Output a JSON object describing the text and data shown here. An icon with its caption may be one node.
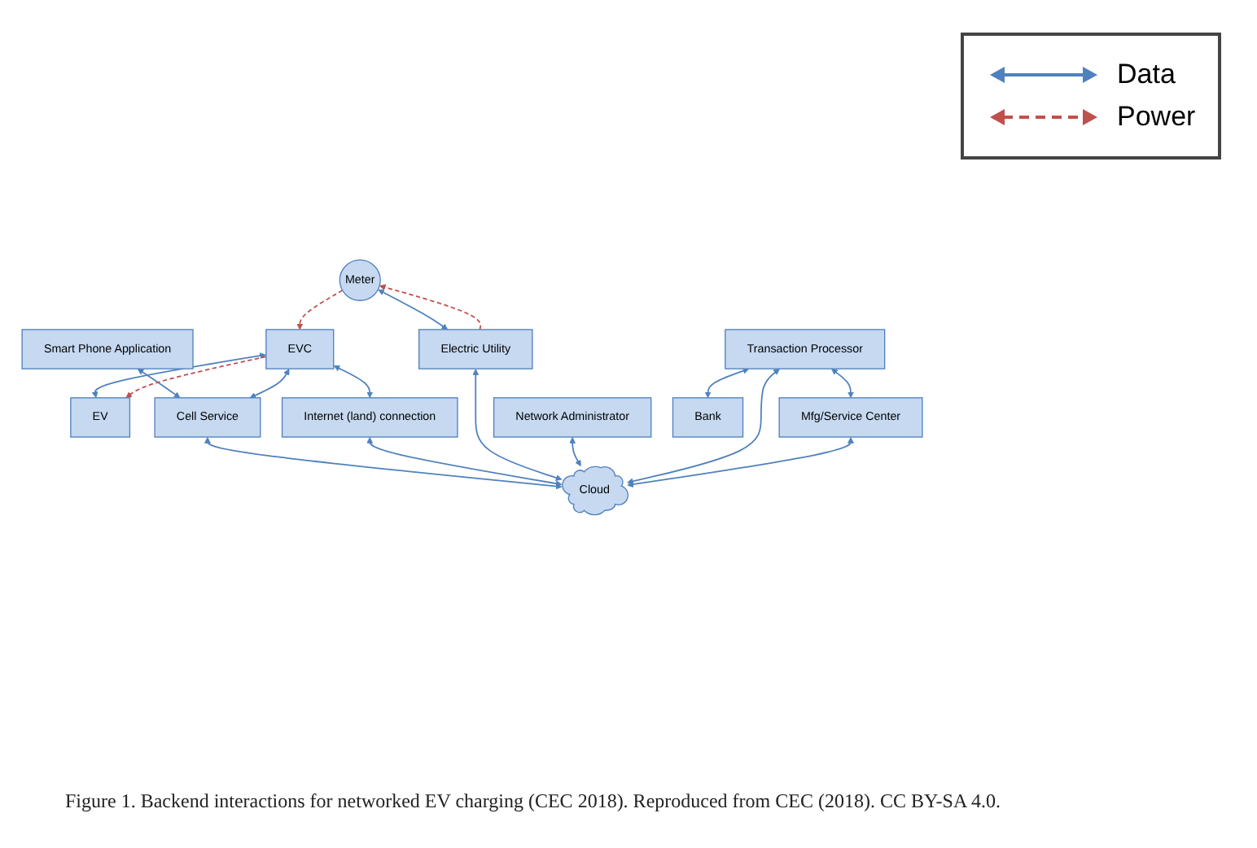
{
  "diagram": {
    "caption": "Figure 1. Backend interactions for networked EV charging (CEC 2018). Reproduced from CEC (2018). CC BY-SA 4.0.",
    "nodes": [
      {
        "text": [
          "Smart Phone Application"
        ]
      },
      {
        "text": [
          "EV"
        ]
      },
      {
        "text": [
          "EVC"
        ]
      },
      {
        "text": [
          "Meter"
        ]
      },
      {
        "text": [
          "Cell Service"
        ]
      },
      {
        "text": [
          "Internet (land) connection"
        ]
      },
      {
        "text": [
          "Electric Utility"
        ]
      },
      {
        "text": [
          "Network Administrator"
        ]
      },
      {
        "text": [
          "Cloud"
        ]
      },
      {
        "text": [
          "Transaction Processor"
        ]
      },
      {
        "text": [
          "Mfg/Service Center"
        ]
      },
      {
        "text": [
          "Bank"
        ]
      }
    ],
    "edges": [
      {
        "from": 0,
        "to": 4,
        "arrow": "both"
      },
      {
        "from": 2,
        "to": 1,
        "arrow": "both"
      },
      {
        "from": 2,
        "to": 1,
        "arrow": "to",
        "style": "dashed",
        "color": "#c0504d"
      },
      {
        "from": 3,
        "to": 2,
        "arrow": "to",
        "style": "dashed",
        "color": "#c0504d"
      },
      {
        "from": 3,
        "to": 6,
        "arrow": "both"
      },
      {
        "from": 6,
        "to": 3,
        "arrow": "to",
        "style": "dashed",
        "color": "#c0504d"
      },
      {
        "from": 2,
        "to": 4,
        "arrow": "both"
      },
      {
        "from": 2,
        "to": 5,
        "arrow": "both"
      },
      {
        "from": 4,
        "to": 8,
        "arrow": "both"
      },
      {
        "from": 5,
        "to": 8,
        "arrow": "both"
      },
      {
        "from": 6,
        "to": 8,
        "arrow": "both"
      },
      {
        "from": 7,
        "to": 8,
        "arrow": "both"
      },
      {
        "from": 9,
        "to": 8,
        "arrow": "both"
      },
      {
        "from": 10,
        "to": 8,
        "arrow": "both"
      },
      {
        "from": 9,
        "to": 10,
        "arrow": "both"
      },
      {
        "from": 9,
        "to": 11,
        "arrow": "both"
      }
    ],
    "legend": [
      {
        "text": "Data"
      },
      {
        "text": "Power"
      }
    ]
  }
}
